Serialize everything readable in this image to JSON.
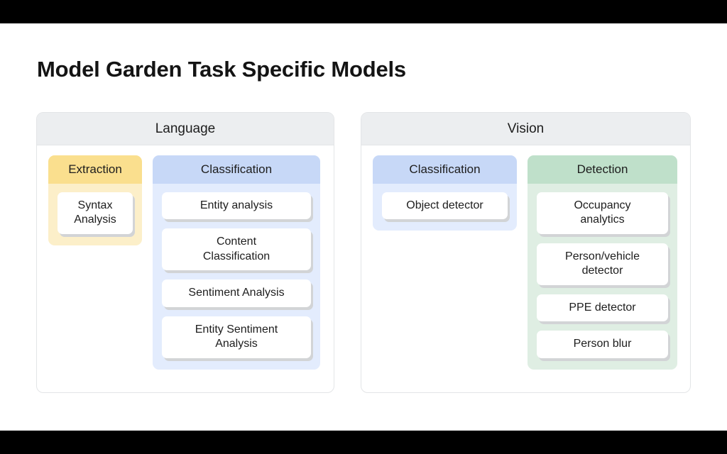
{
  "slide": {
    "title": "Model Garden Task Specific Models",
    "background": "#ffffff",
    "letterbox_color": "#000000"
  },
  "colors": {
    "panel_header_bg": "#eceef0",
    "panel_border": "#e3e5e7",
    "extraction_header": "#fadf8e",
    "extraction_body": "#fcefc9",
    "classification_header": "#c7d8f7",
    "classification_body": "#e3ecfd",
    "detection_header": "#bfe0ca",
    "detection_body": "#dfeee3",
    "card_bg": "#ffffff",
    "card_shadow": "#d2d4d6",
    "text": "#1d1d1d"
  },
  "panels": [
    {
      "title": "Language",
      "columns": [
        {
          "title": "Extraction",
          "models": [
            {
              "label": "Syntax\nAnalysis"
            }
          ]
        },
        {
          "title": "Classification",
          "models": [
            {
              "label": "Entity analysis"
            },
            {
              "label": "Content\nClassification"
            },
            {
              "label": "Sentiment Analysis"
            },
            {
              "label": "Entity Sentiment\nAnalysis"
            }
          ]
        }
      ]
    },
    {
      "title": "Vision",
      "columns": [
        {
          "title": "Classification",
          "models": [
            {
              "label": "Object detector"
            }
          ]
        },
        {
          "title": "Detection",
          "models": [
            {
              "label": "Occupancy\nanalytics"
            },
            {
              "label": "Person/vehicle\ndetector"
            },
            {
              "label": "PPE detector"
            },
            {
              "label": "Person blur"
            }
          ]
        }
      ]
    }
  ]
}
